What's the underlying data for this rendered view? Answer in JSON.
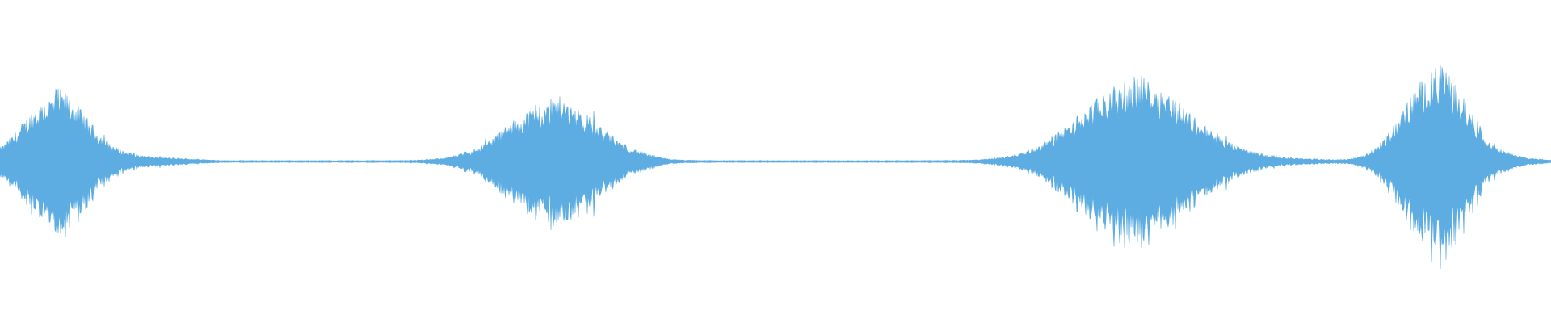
{
  "waveform": {
    "color": "#5DADE2",
    "background": "#FFFFFF",
    "bursts": [
      {
        "center_frac": 0.035,
        "width_frac": 0.035,
        "peak": 0.62,
        "tail_frac": 0.11
      },
      {
        "center_frac": 0.355,
        "width_frac": 0.05,
        "peak": 0.55,
        "tail_frac": 0.08
      },
      {
        "center_frac": 0.73,
        "width_frac": 0.06,
        "peak": 0.75,
        "tail_frac": 0.14
      },
      {
        "center_frac": 0.925,
        "width_frac": 0.035,
        "peak": 0.85,
        "tail_frac": 0.08
      }
    ]
  }
}
